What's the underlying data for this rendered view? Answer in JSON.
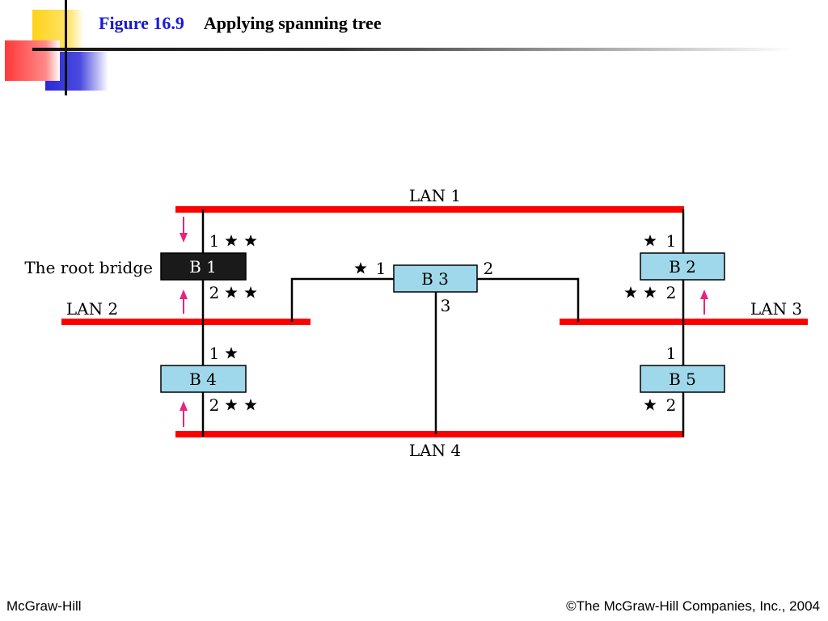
{
  "slide": {
    "figure_label": "Figure 16.9",
    "title": "Applying spanning tree"
  },
  "diagram": {
    "lans": [
      "LAN 1",
      "LAN 2",
      "LAN 3",
      "LAN 4"
    ],
    "root_label": "The root bridge",
    "bridges": {
      "b1": "B 1",
      "b2": "B 2",
      "b3": "B 3",
      "b4": "B 4",
      "b5": "B 5"
    },
    "ports": {
      "b1_p1": "1",
      "b1_p2": "2",
      "b2_p1": "1",
      "b2_p2": "2",
      "b3_p1": "1",
      "b3_p2": "2",
      "b3_p3": "3",
      "b4_p1": "1",
      "b4_p2": "2",
      "b5_p1": "1",
      "b5_p2": "2"
    },
    "colors": {
      "lan": "#ff0000",
      "bridge_fill": "#9fd8ea",
      "root_fill": "#1a1a1a",
      "arrow": "#e8247c"
    }
  },
  "footer": {
    "left": "McGraw-Hill",
    "right": "©The McGraw-Hill Companies, Inc., 2004"
  }
}
